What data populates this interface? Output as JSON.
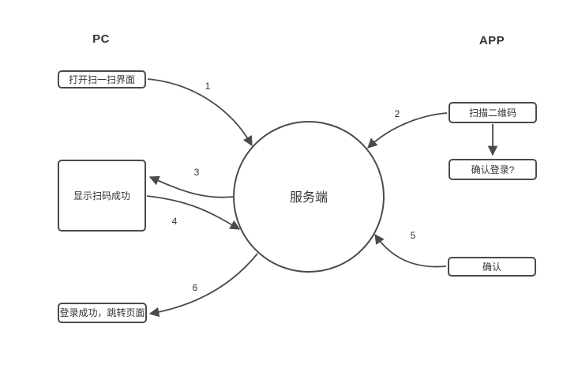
{
  "colors": {
    "stroke": "#4a4a4a",
    "text": "#333333",
    "background": "#ffffff"
  },
  "lanes": {
    "pc": "PC",
    "app": "APP"
  },
  "server": {
    "label": "服务端"
  },
  "nodes": {
    "pc": [
      {
        "label": "打开扫一扫界面"
      },
      {
        "label": "显示扫码成功"
      },
      {
        "label": "登录成功，跳转页面"
      }
    ],
    "app": [
      {
        "label": "扫描二维码"
      },
      {
        "label": "确认登录?"
      },
      {
        "label": "确认"
      }
    ]
  },
  "steps": [
    {
      "num": "1",
      "from": "打开扫一扫界面",
      "to": "服务端"
    },
    {
      "num": "2",
      "from": "扫描二维码",
      "to": "服务端"
    },
    {
      "num": "3",
      "from": "服务端",
      "to": "显示扫码成功"
    },
    {
      "num": "4",
      "from": "显示扫码成功",
      "to": "服务端"
    },
    {
      "num": "5",
      "from": "确认",
      "to": "服务端"
    },
    {
      "num": "6",
      "from": "服务端",
      "to": "登录成功，跳转页面"
    }
  ]
}
